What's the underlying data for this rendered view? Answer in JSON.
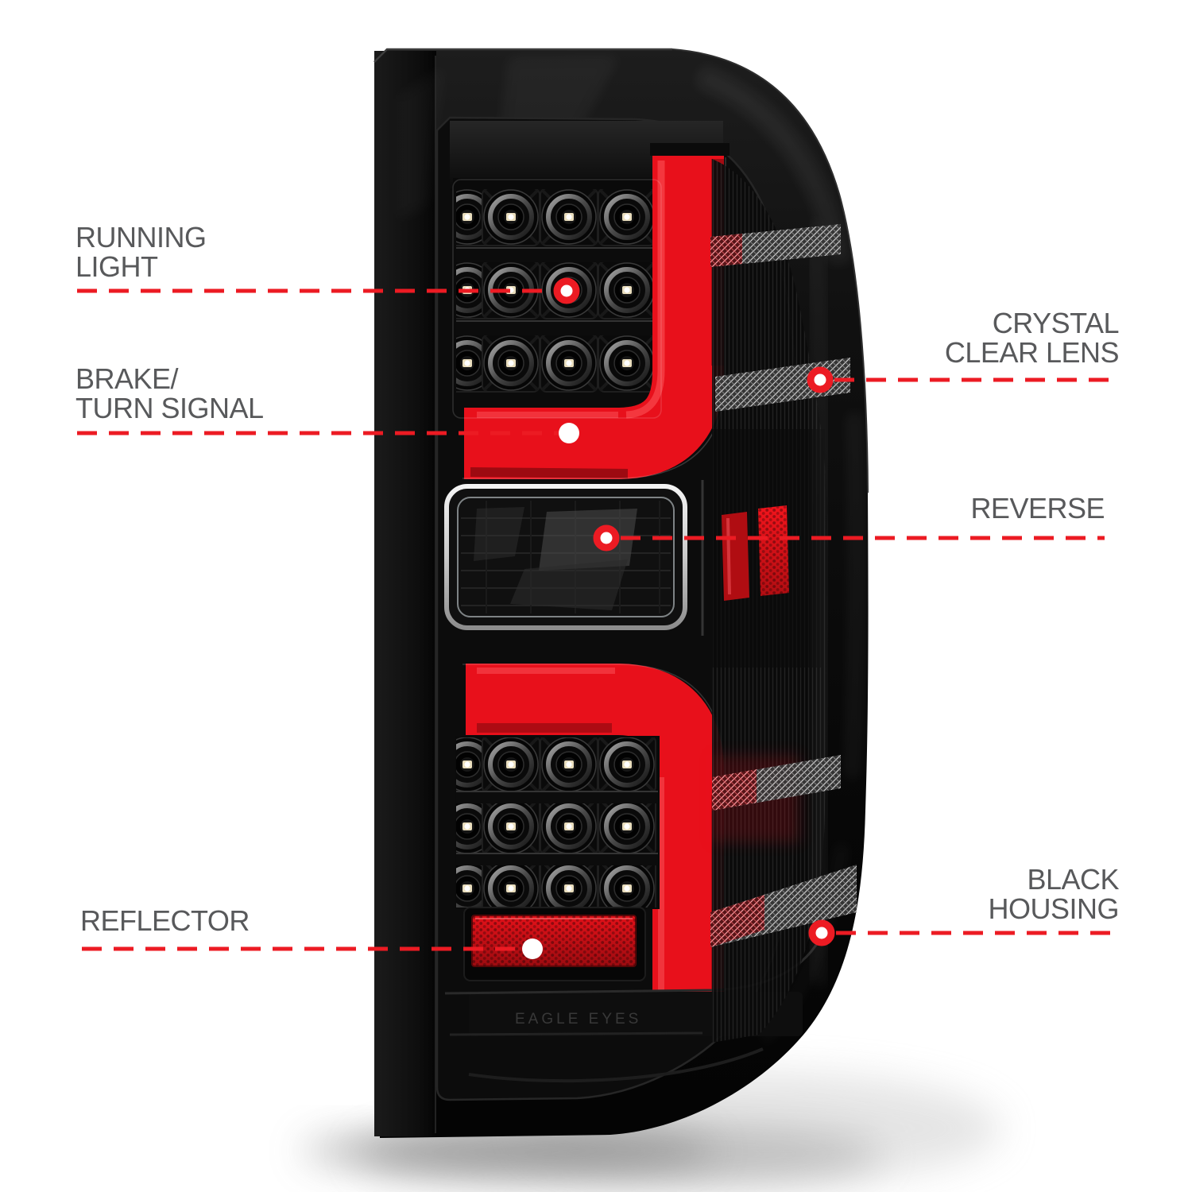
{
  "colors": {
    "background": "#FFFFFF",
    "accent_red": "#EC1B23",
    "label_gray": "#58595B",
    "housing_black": "#0B0B0B",
    "light_bar_red": "#E8101B",
    "reflector_red": "#C81016"
  },
  "callouts": {
    "running_light": {
      "line1": "RUNNING",
      "line2": "LIGHT"
    },
    "brake_turn_signal": {
      "line1": "BRAKE/",
      "line2": "TURN SIGNAL"
    },
    "reflector": {
      "line1": "REFLECTOR"
    },
    "crystal_clear_lens": {
      "line1": "CRYSTAL",
      "line2": "CLEAR LENS"
    },
    "reverse": {
      "line1": "REVERSE"
    },
    "black_housing": {
      "line1": "BLACK",
      "line2": "HOUSING"
    }
  },
  "embossed_marking": "EAGLE EYES"
}
